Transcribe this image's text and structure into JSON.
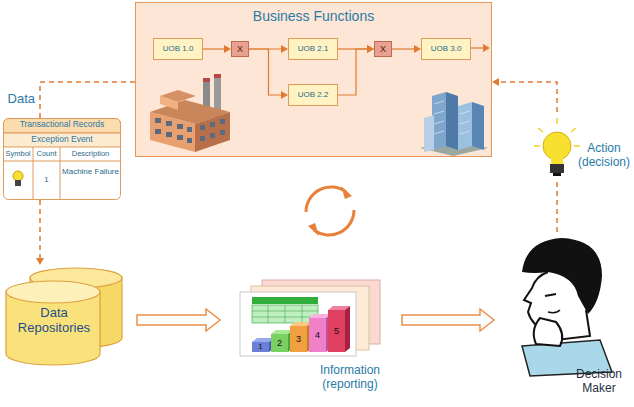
{
  "diagram": {
    "nodes": [
      {
        "text": [
          "Business Functions"
        ]
      },
      {
        "text": [
          "UOB 1.0"
        ],
        "in": 0
      },
      {
        "text": [
          "X"
        ],
        "in": 0
      },
      {
        "text": [
          "UOB 2.1"
        ],
        "in": 0
      },
      {
        "text": [
          "UOB 2.2"
        ],
        "in": 0
      },
      {
        "text": [
          "X"
        ],
        "in": 0
      },
      {
        "text": [
          "UOB 3.0"
        ],
        "in": 0
      },
      {
        "text": [
          "Transactional Records",
          "Exception Event"
        ]
      },
      {
        "text": [
          "Data Repositories"
        ]
      },
      {
        "text": [
          "Information (reporting)"
        ]
      },
      {
        "text": [
          "Decision Maker"
        ]
      },
      {
        "text": [
          "Action (decision)"
        ]
      }
    ],
    "edges": [
      {
        "from": 1,
        "to": 2,
        "arrow": "to"
      },
      {
        "from": 2,
        "to": 3,
        "arrow": "to"
      },
      {
        "from": 2,
        "to": 4,
        "arrow": "to"
      },
      {
        "from": 3,
        "to": 5,
        "arrow": "to"
      },
      {
        "from": 4,
        "to": 5,
        "arrow": "to"
      },
      {
        "from": 5,
        "to": 6,
        "arrow": "to"
      },
      {
        "from": 0,
        "to": 7,
        "label": "Data",
        "arrow": "none"
      },
      {
        "from": 7,
        "to": 8,
        "arrow": "to"
      },
      {
        "from": 8,
        "to": 9,
        "arrow": "to"
      },
      {
        "from": 9,
        "to": 10,
        "arrow": "to"
      },
      {
        "from": 10,
        "to": 11,
        "arrow": "none"
      },
      {
        "from": 11,
        "to": 0,
        "arrow": "to"
      }
    ],
    "labels": [
      "Symbol",
      "Count",
      "Description",
      "1",
      "Machine Failure",
      "1",
      "2",
      "3",
      "4",
      "5"
    ]
  }
}
